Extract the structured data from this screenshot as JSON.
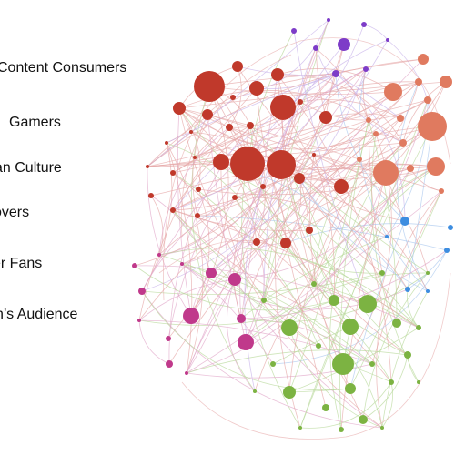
{
  "legend": {
    "labels": [
      "Content Consumers",
      "Gamers",
      "an Culture",
      "overs",
      "er Fans",
      "n’s Audience"
    ]
  },
  "colors": {
    "red": "#c0392b",
    "salmon": "#e07a5f",
    "purple": "#7d3cc8",
    "blue": "#3d8de0",
    "magenta": "#c0398b",
    "green": "#7cb342",
    "edge_red": "#e6a7a7",
    "edge_green": "#b8d99a",
    "edge_blue": "#a9c8ee",
    "edge_magenta": "#e1a6c9",
    "edge_purple": "#c7b2ea"
  }
}
